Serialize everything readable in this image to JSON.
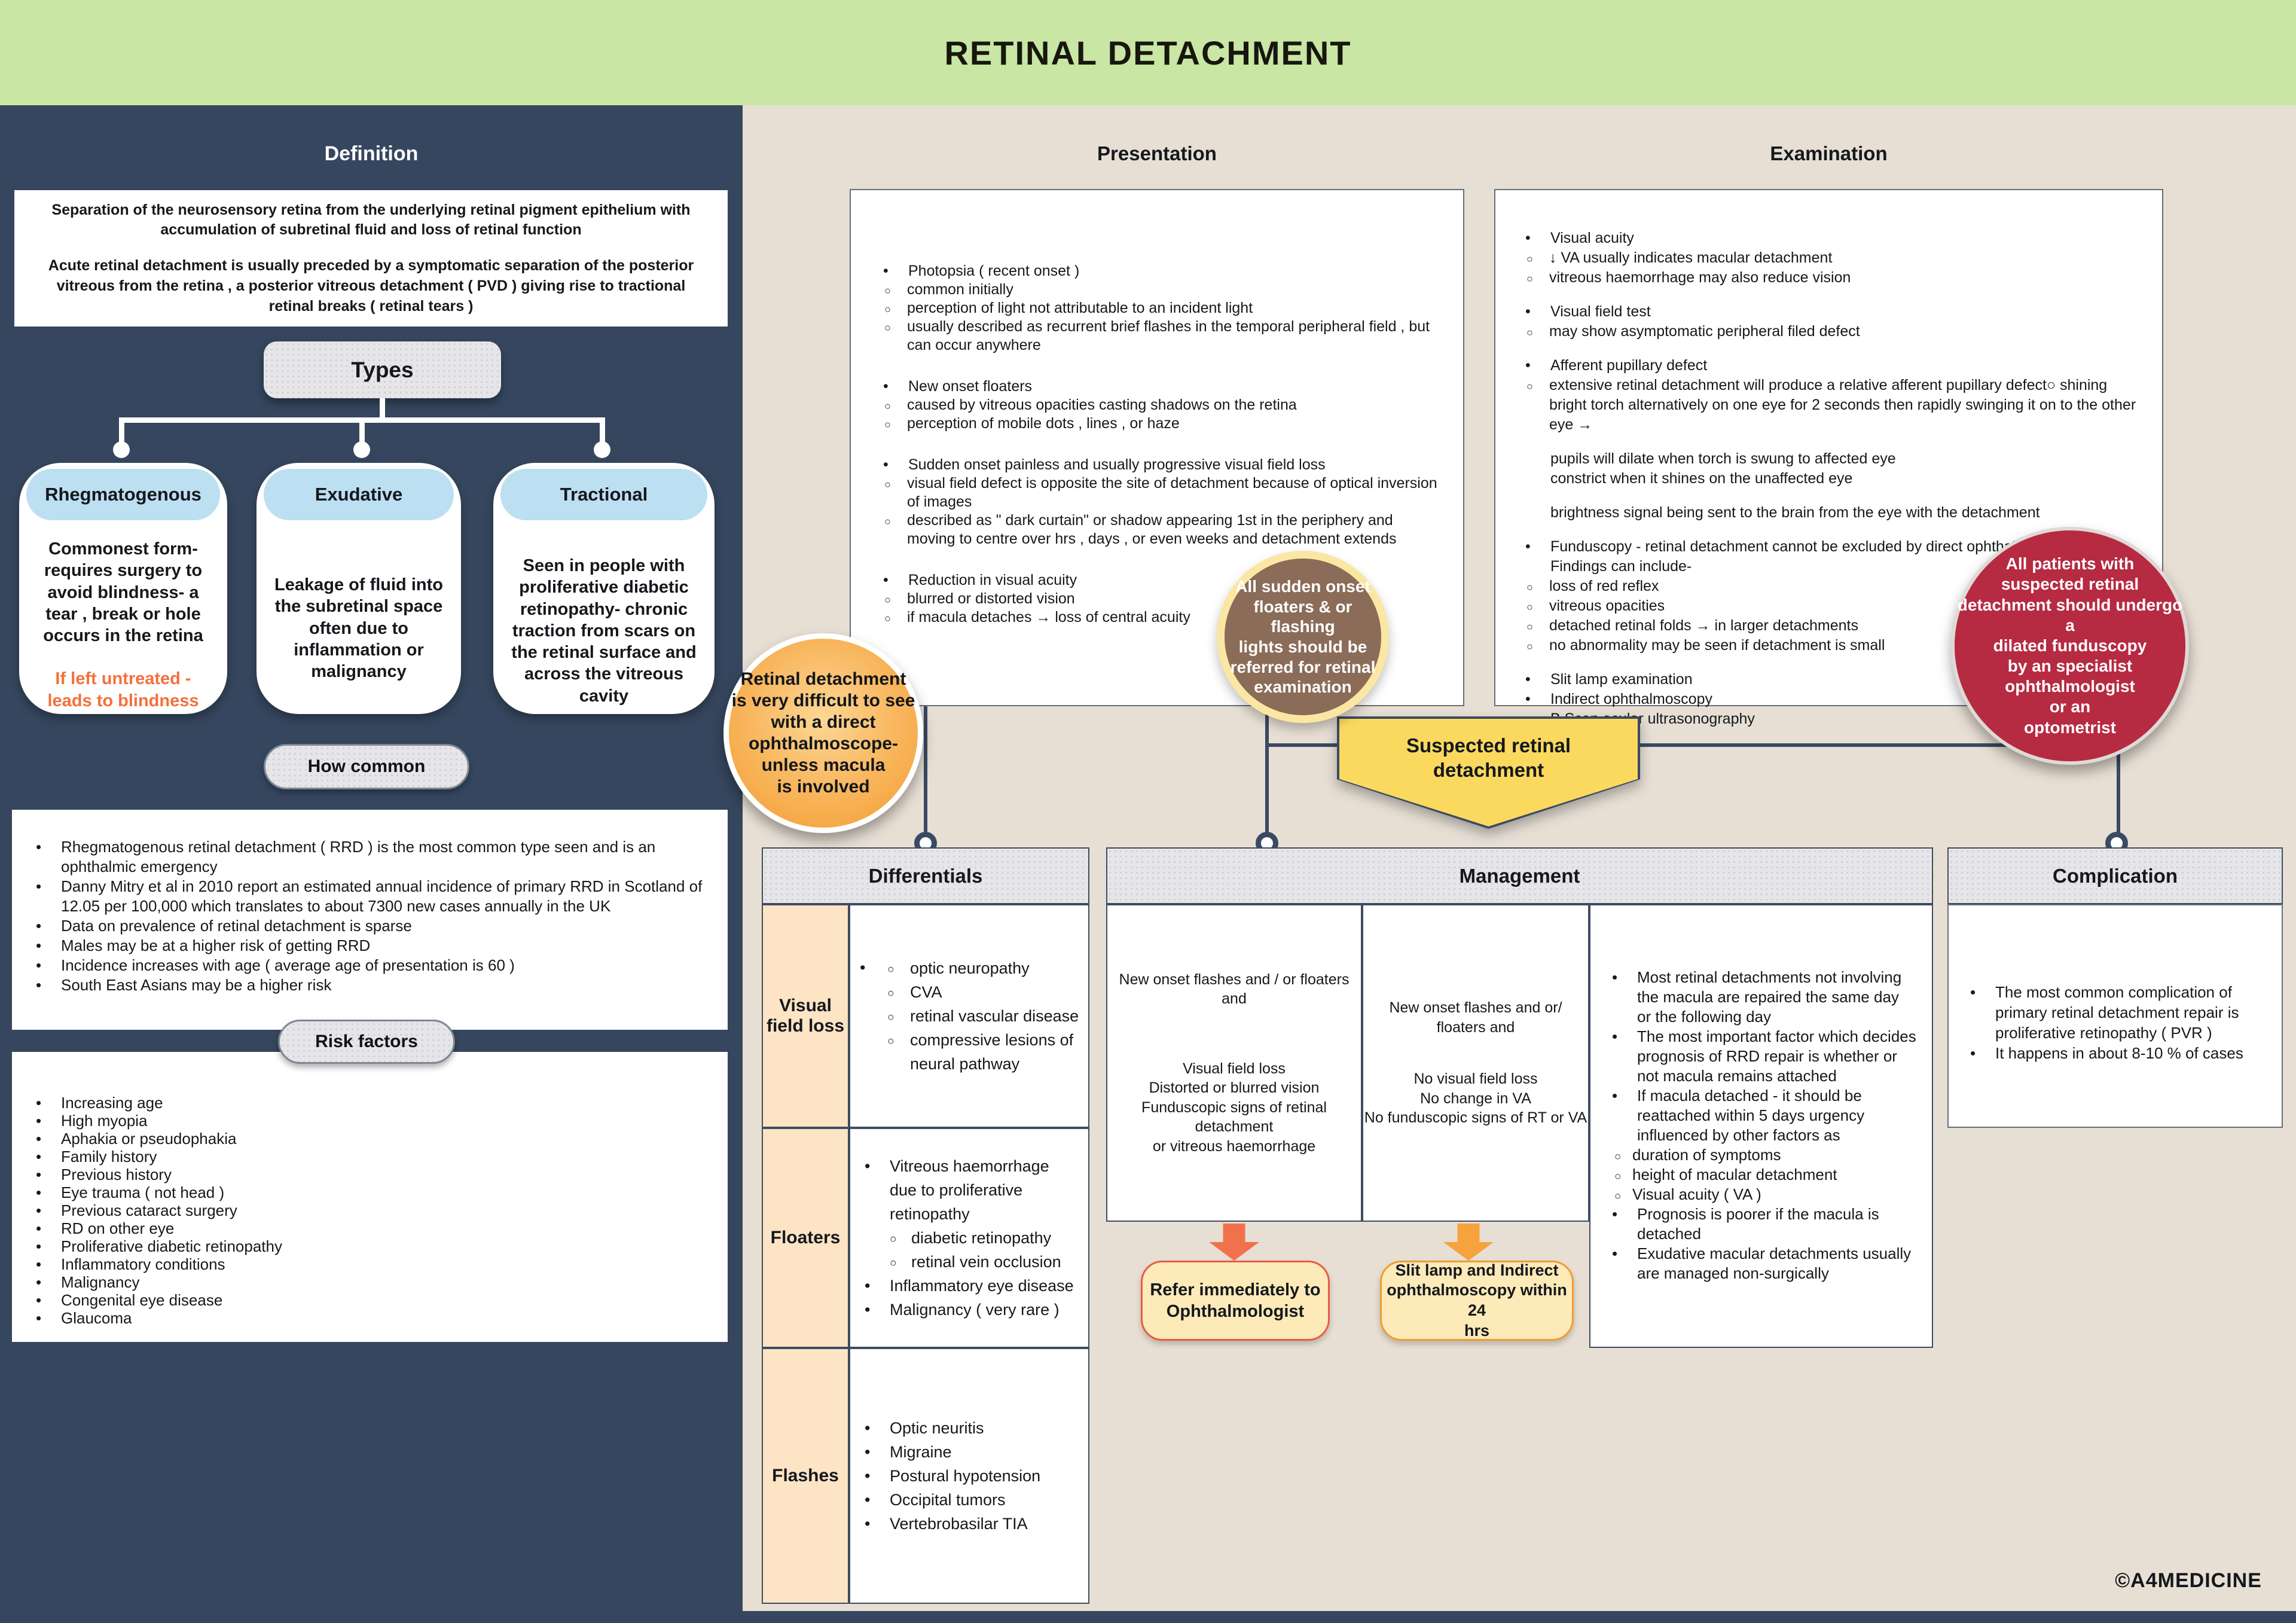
{
  "title": "RETINAL DETACHMENT",
  "copyright": "©A4MEDICINE",
  "colors": {
    "panel_navy": "#35465e",
    "banner_green": "#c9e6a4",
    "canvas_beige": "#e7dfd4",
    "type_header_blue": "#bcdff2",
    "peach": "#fce4c5",
    "warning_orange": "#f4703c",
    "banner_yellow": "#fbd95f",
    "action_cream": "#fdeab9",
    "arrow_red": "#f2714d",
    "arrow_orange": "#f6a23d",
    "circle_orange": "#f6ab49",
    "circle_brown": "#8a6c58",
    "circle_red": "#b62a42"
  },
  "left": {
    "definition": {
      "heading": "Definition",
      "para1": "Separation of the neurosensory retina from the underlying retinal pigment epithelium with accumulation of subretinal fluid and loss of retinal function",
      "para2": "Acute retinal detachment is usually preceded by a symptomatic separation of the posterior vitreous from the retina , a posterior vitreous detachment ( PVD ) giving rise to tractional retinal breaks ( retinal tears )"
    },
    "types": {
      "heading": "Types",
      "cards": [
        {
          "name": "Rhegmatogenous",
          "text": "Commonest form- requires surgery  to avoid blindness- a tear , break or hole occurs in the retina",
          "warning": "If left untreated - leads to blindness"
        },
        {
          "name": "Exudative",
          "text": "Leakage of fluid into the subretinal space often due to inflammation or malignancy"
        },
        {
          "name": "Tractional",
          "text": "Seen in people with proliferative diabetic retinopathy- chronic traction from scars on the retinal surface and across the vitreous cavity"
        }
      ]
    },
    "how_common": {
      "heading": "How common",
      "bullets": [
        "Rhegmatogenous retinal detachment ( RRD ) is the most common type seen and is an ophthalmic emergency",
        "Danny Mitry et al in 2010 report an estimated annual incidence of primary RRD in Scotland of 12.05 per 100,000 which translates to about 7300 new cases annually in the UK",
        "Data on prevalence of retinal detachment is sparse",
        "Males may be at a higher risk of getting RRD",
        "Incidence increases with age ( average age of presentation is 60 )",
        "South East Asians may be a higher risk"
      ]
    },
    "risk_factors": {
      "heading": "Risk factors",
      "bullets": [
        "Increasing age",
        "High myopia",
        "Aphakia or pseudophakia",
        "Family history",
        "Previous history",
        "Eye trauma ( not head )",
        "Previous cataract surgery",
        "RD on other eye",
        "Proliferative diabetic retinopathy",
        "Inflammatory conditions",
        "Malignancy",
        "Congenital eye disease",
        "Glaucoma"
      ]
    }
  },
  "presentation": {
    "heading": "Presentation",
    "groups": [
      {
        "title": "Photopsia ( recent onset )",
        "subs": [
          "common initially",
          "perception of light not attributable to an incident light",
          "usually described as recurrent brief flashes in the temporal peripheral field , but can occur anywhere"
        ]
      },
      {
        "title": "New onset floaters",
        "subs": [
          "caused by vitreous opacities casting shadows on the retina",
          "perception of mobile dots , lines , or haze"
        ]
      },
      {
        "title": "Sudden onset painless and usually progressive visual field loss",
        "subs": [
          "visual field defect is opposite the site of detachment because of optical inversion of images",
          "described as \" dark curtain\" or shadow appearing 1st in the periphery and moving to centre over hrs , days , or even weeks and detachment extends"
        ]
      },
      {
        "title": "Reduction in visual acuity",
        "subs": [
          "blurred or distorted vision",
          "if macula detaches  →  loss of central acuity"
        ]
      }
    ]
  },
  "examination": {
    "heading": "Examination",
    "va_title": "Visual acuity",
    "va_s1": "↓ VA usually indicates macular detachment",
    "va_s2": "vitreous haemorrhage may also reduce vision",
    "vft_title": "Visual field test",
    "vft_s1": "may show asymptomatic peripheral filed defect",
    "apd_title": "Afferent pupillary defect",
    "apd_s1": "extensive retinal detachment will produce a relative afferent pupillary defect○ shining bright torch alternatively on one eye for 2 seconds then rapidly swinging it on to the other eye  →",
    "apd_note1": "pupils will dilate when torch is swung to affected eye",
    "apd_note2": "constrict when it shines on the unaffected eye",
    "apd_note3": "brightness signal being sent to the brain from the eye with the detachment",
    "fundus_title": "Funduscopy - retinal detachment cannot be excluded by direct ophthalmoscopy.",
    "fundus_title2": "Findings can include-",
    "fundus_s1": "loss of red reflex",
    "fundus_s2": "vitreous opacities",
    "fundus_s3": "detached retinal folds  → in larger detachments",
    "fundus_s4": "no abnormality may be seen if detachment is small",
    "extra1": "Slit lamp examination",
    "extra2": "Indirect ophthalmoscopy",
    "extra3": "B Scan ocular ultrasonography"
  },
  "circles": {
    "orange": "Retinal detachment\nis very difficult to see\nwith a direct\nophthalmoscope-\nunless macula\nis involved",
    "brown": "All sudden onset\nfloaters & or flashing\nlights should be\nreferred for retinal\nexamination",
    "red": "All patients with\nsuspected retinal\ndetachment should undergo a\ndilated funduscopy\nby an  specialist\nophthalmologist\nor an\noptometrist"
  },
  "flow": {
    "banner": "Suspected retinal\ndetachment"
  },
  "differentials": {
    "heading": "Differentials",
    "row1_label": "Visual field loss",
    "row1_items": [
      "optic neuropathy",
      "CVA",
      "retinal vascular disease",
      "compressive lesions of neural pathway"
    ],
    "row2_label": "Floaters",
    "row2_b1": "Vitreous haemorrhage due to proliferative retinopathy",
    "row2_s1": "diabetic retinopathy",
    "row2_s2": "retinal vein occlusion",
    "row2_b2": "Inflammatory eye disease",
    "row2_b3": "Malignancy ( very rare )",
    "row3_label": "Flashes",
    "row3_items": [
      "Optic neuritis",
      "Migraine",
      "Postural hypotension",
      "Occipital tumors",
      "Vertebrobasilar TIA"
    ]
  },
  "management": {
    "heading": "Management",
    "col1_p1": "New onset flashes and / or floaters\nand",
    "col1_p2": "Visual field loss\nDistorted or blurred vision\nFunduscopic signs of retinal\ndetachment\nor  vitreous haemorrhage",
    "col2_p1": "New onset flashes and or/\nfloaters and",
    "col2_p2": "No visual field loss\nNo change in VA\nNo funduscopic signs of RT or VA",
    "col3_b1": "Most retinal detachments not involving the macula are repaired the same day or the following day",
    "col3_b2": "The most important factor which decides prognosis of  RRD repair is  whether or not macula remains attached",
    "col3_b3": "If macula detached - it should be reattached within  5 days urgency influenced by  other factors as",
    "col3_s1": "duration  of symptoms",
    "col3_s2": "height of macular  detachment",
    "col3_s3": "Visual acuity ( VA )",
    "col3_b4": "Prognosis is poorer if the macula is detached",
    "col3_b5": "Exudative macular detachments usually are managed non-surgically",
    "action1": "Refer immediately to\nOphthalmologist",
    "action2": "Slit lamp and Indirect\nophthalmoscopy within 24\nhrs"
  },
  "complication": {
    "heading": "Complication",
    "b1": "The most common complication of primary retinal detachment repair is proliferative retinopathy ( PVR )",
    "b2": "It happens in about 8-10 % of cases"
  }
}
